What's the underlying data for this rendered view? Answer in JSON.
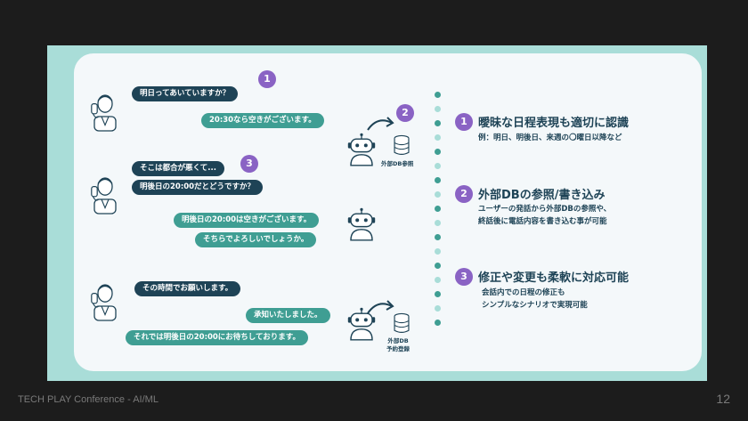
{
  "conversation": {
    "q1": "明日ってあいていますか？",
    "a1": "20:30なら空きがございます。",
    "q2": "そこは都合が悪くて...",
    "q3": "明後日の20:00だとどうですか？",
    "a2": "明後日の20:00は空きがございます。",
    "a3": "そちらでよろしいでしょうか。",
    "q4": "その時間でお願いします。",
    "a4": "承知いたしました。",
    "a5": "それでは明後日の20:00にお待ちしております。"
  },
  "markers": {
    "m1": "1",
    "m2": "2",
    "m3": "3"
  },
  "db_labels": {
    "reference": "外部DB参照",
    "booking_line1": "外部DB",
    "booking_line2": "予約登録"
  },
  "features": [
    {
      "number": "1",
      "title": "曖昧な日程表現も適切に認識",
      "desc": [
        "例：明日、明後日、来週の〇曜日以降など"
      ]
    },
    {
      "number": "2",
      "title": "外部DBの参照/書き込み",
      "desc": [
        "ユーザーの発話から外部DBの参照や、",
        "終話後に電話内容を書き込む事が可能"
      ]
    },
    {
      "number": "3",
      "title": "修正や変更も柔軟に対応可能",
      "desc": [
        "会話内での日程の修正も",
        "シンプルなシナリオで実現可能"
      ]
    }
  ],
  "icons": [
    "user-phone-icon",
    "robot-icon",
    "database-icon",
    "arrow-icon"
  ],
  "colors": {
    "navy": "#1e4356",
    "teal": "#3f9e93",
    "purple": "#8a63c4",
    "frame": "#a9ddd8"
  },
  "footer": {
    "text": "TECH PLAY Conference - AI/ML",
    "page": "12"
  }
}
